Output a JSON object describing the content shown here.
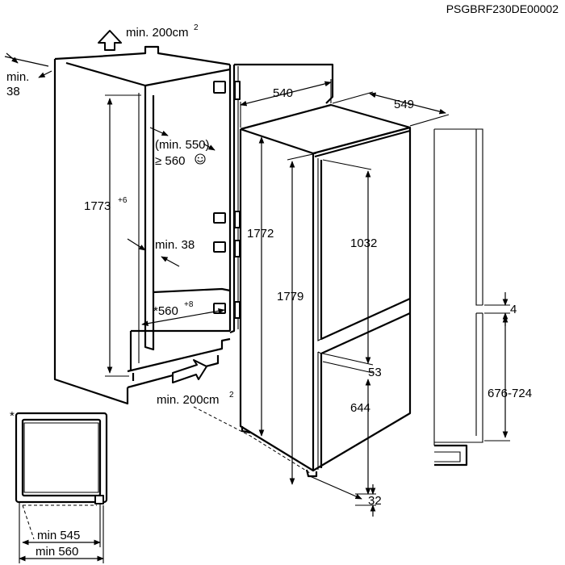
{
  "model_code": "PSGBRF230DE00002",
  "cabinet": {
    "vent_top": "min. 200cm",
    "vent_top_exp": "2",
    "top_gap": "min.",
    "top_gap_value": "38",
    "height": "1773",
    "height_tol": "+6",
    "depth_min": "(min. 550)",
    "depth_rec": "≥ 560",
    "rear_gap": "min. 38",
    "width": "*560",
    "width_tol": "+8",
    "vent_bottom": "min. 200cm",
    "vent_bottom_exp": "2"
  },
  "appliance": {
    "width": "540",
    "depth": "549",
    "height_body": "1772",
    "height_total": "1779",
    "upper_door": "1032",
    "door_gap": "53",
    "lower_door": "644",
    "bottom_offset": "32"
  },
  "side_profile": {
    "gap": "4",
    "range": "676-724"
  },
  "plan_view": {
    "asterisk": "*",
    "min_inner": "min 545",
    "min_outer": "min 560"
  }
}
